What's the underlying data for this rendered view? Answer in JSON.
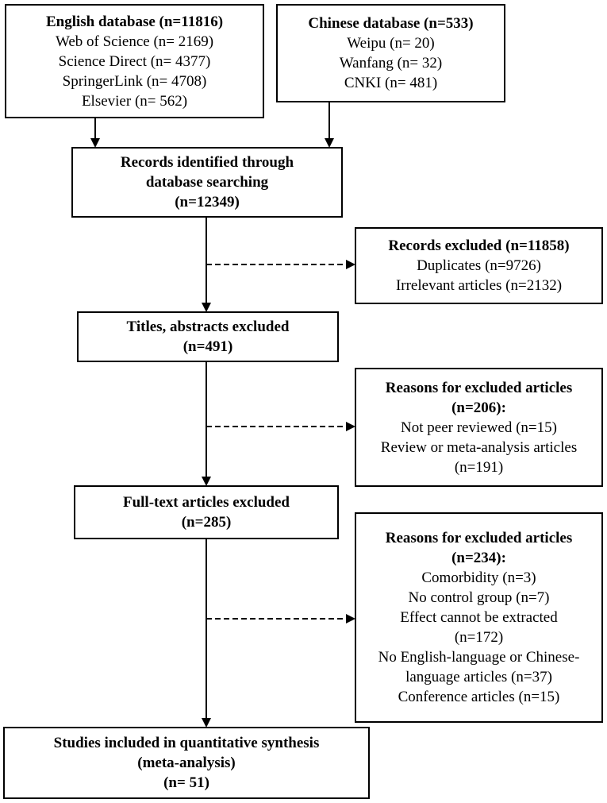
{
  "colors": {
    "line": "#000000",
    "background": "#ffffff"
  },
  "english_db": {
    "title": "English database (n=11816)",
    "lines": [
      "Web of Science (n= 2169)",
      "Science Direct (n= 4377)",
      "SpringerLink (n= 4708)",
      "Elsevier (n= 562)"
    ]
  },
  "chinese_db": {
    "title": "Chinese database (n=533)",
    "lines": [
      "Weipu (n= 20)",
      "Wanfang (n= 32)",
      "CNKI (n= 481)"
    ]
  },
  "records_identified": {
    "lines": [
      "Records identified through",
      "database searching",
      "(n=12349)"
    ]
  },
  "records_excluded": {
    "title": "Records excluded (n=11858)",
    "lines": [
      "Duplicates (n=9726)",
      "Irrelevant articles (n=2132)"
    ]
  },
  "titles_abstracts": {
    "lines": [
      "Titles, abstracts excluded",
      "(n=491)"
    ]
  },
  "reasons_1": {
    "title_lines": [
      "Reasons for excluded articles",
      "(n=206):"
    ],
    "lines": [
      "Not peer reviewed (n=15)",
      "Review or meta-analysis articles",
      "(n=191)"
    ]
  },
  "fulltext": {
    "lines": [
      "Full-text articles excluded",
      "(n=285)"
    ]
  },
  "reasons_2": {
    "title_lines": [
      "Reasons for excluded articles",
      "(n=234):"
    ],
    "lines": [
      "Comorbidity (n=3)",
      "No control group (n=7)",
      "Effect cannot be extracted",
      "(n=172)",
      "No English-language or Chinese-",
      "language articles (n=37)",
      "Conference articles (n=15)"
    ]
  },
  "included": {
    "lines": [
      "Studies included in quantitative synthesis",
      "(meta-analysis)",
      "(n= 51)"
    ]
  }
}
